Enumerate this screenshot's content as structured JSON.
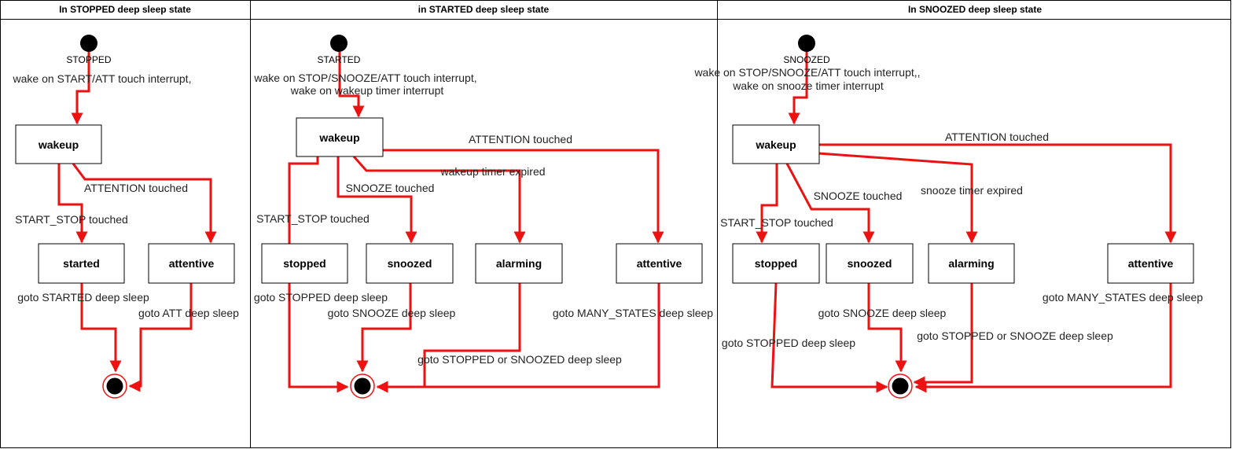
{
  "colors": {
    "edge": "#ee1111",
    "border": "#000000",
    "node": "#000000"
  },
  "panels": [
    {
      "title": "In STOPPED deep sleep state",
      "initial_label": "STOPPED",
      "wake_label": "wake on START/ATT touch interrupt,",
      "states": {
        "wakeup": "wakeup",
        "started": "started",
        "attentive": "attentive"
      },
      "edges": {
        "attention": "ATTENTION touched",
        "start_stop": "START_STOP touched",
        "goto_started": "goto STARTED deep sleep",
        "goto_att": "goto ATT deep sleep"
      }
    },
    {
      "title": "in STARTED deep sleep state",
      "initial_label": "STARTED",
      "wake_label_1": "wake on STOP/SNOOZE/ATT touch interrupt,",
      "wake_label_2": "wake on wakeup timer interrupt",
      "states": {
        "wakeup": "wakeup",
        "stopped": "stopped",
        "snoozed": "snoozed",
        "alarming": "alarming",
        "attentive": "attentive"
      },
      "edges": {
        "attention": "ATTENTION touched",
        "timer": "wakeup timer expired",
        "snooze": "SNOOZE touched",
        "start_stop": "START_STOP touched",
        "goto_stopped": "goto STOPPED deep sleep",
        "goto_snooze": "goto SNOOZE deep sleep",
        "goto_stopped_or_snoozed": "goto STOPPED or SNOOZED deep sleep",
        "goto_many": "goto MANY_STATES deep sleep"
      }
    },
    {
      "title": "In SNOOZED deep sleep state",
      "initial_label": "SNOOZED",
      "wake_label_1": "wake on STOP/SNOOZE/ATT touch interrupt,,",
      "wake_label_2": "wake on snooze timer interrupt",
      "states": {
        "wakeup": "wakeup",
        "stopped": "stopped",
        "snoozed": "snoozed",
        "alarming": "alarming",
        "attentive": "attentive"
      },
      "edges": {
        "attention": "ATTENTION touched",
        "snooze": "SNOOZE touched",
        "timer": "snooze timer expired",
        "start_stop": "START_STOP touched",
        "goto_many": "goto MANY_STATES deep sleep",
        "goto_snooze": "goto SNOOZE deep sleep",
        "goto_stopped_or_snooze": "goto STOPPED or SNOOZE deep sleep",
        "goto_stopped": "goto STOPPED deep sleep"
      }
    }
  ]
}
